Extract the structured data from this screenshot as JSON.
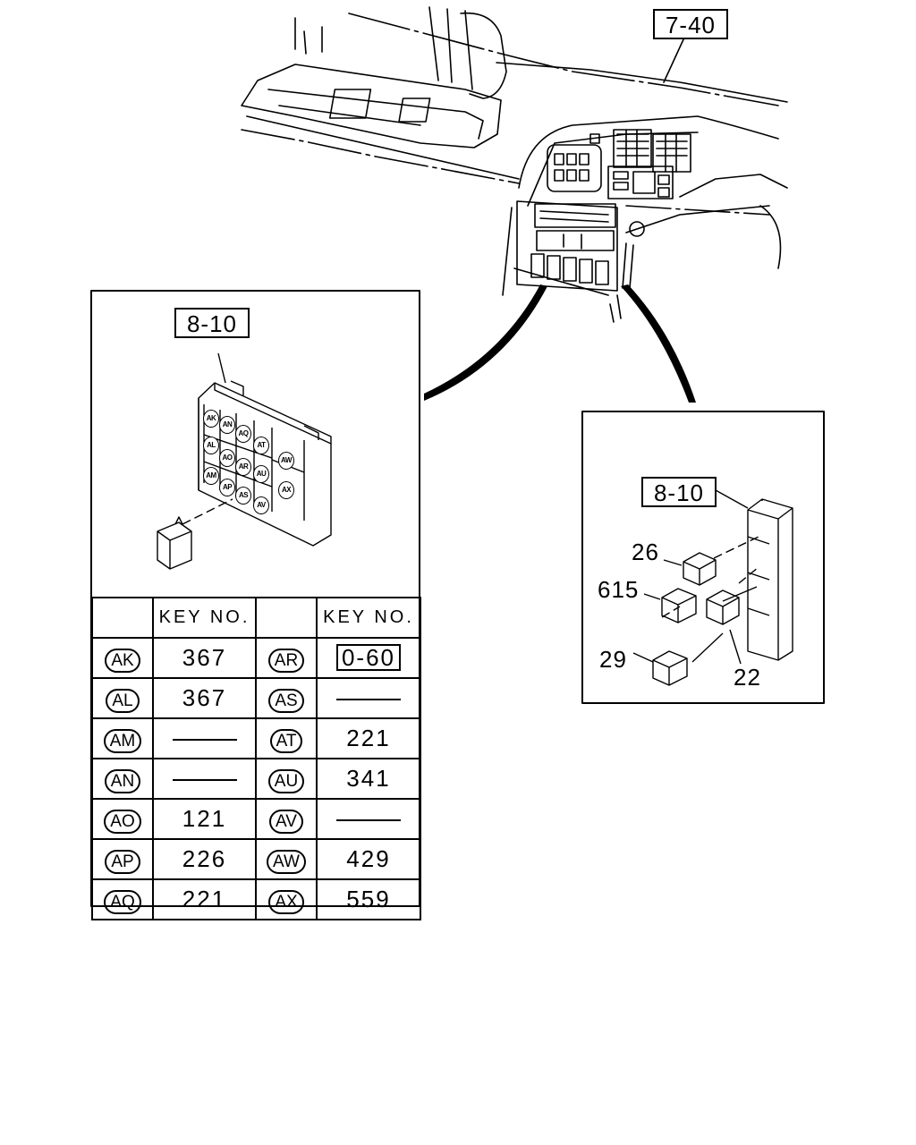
{
  "callouts": {
    "top_ref": "7-40",
    "left_inset_ref": "8-10",
    "right_inset_ref": "8-10"
  },
  "right_inset": {
    "parts": [
      "26",
      "615",
      "29",
      "22"
    ]
  },
  "connector_positions": [
    "AK",
    "AN",
    "AQ",
    "AL",
    "AO",
    "AR",
    "AT",
    "AW",
    "AM",
    "AP",
    "AS",
    "AU",
    "AX",
    "AV"
  ],
  "key_table": {
    "header": "KEY NO.",
    "rows": [
      {
        "left_pos": "AK",
        "left_key": "367",
        "right_pos": "AR",
        "right_key": "0-60"
      },
      {
        "left_pos": "AL",
        "left_key": "367",
        "right_pos": "AS",
        "right_key": ""
      },
      {
        "left_pos": "AM",
        "left_key": "",
        "right_pos": "AT",
        "right_key": "221"
      },
      {
        "left_pos": "AN",
        "left_key": "",
        "right_pos": "AU",
        "right_key": "341"
      },
      {
        "left_pos": "AO",
        "left_key": "121",
        "right_pos": "AV",
        "right_key": ""
      },
      {
        "left_pos": "AP",
        "left_key": "226",
        "right_pos": "AW",
        "right_key": "429"
      },
      {
        "left_pos": "AQ",
        "left_key": "221",
        "right_pos": "AX",
        "right_key": "559"
      }
    ]
  }
}
